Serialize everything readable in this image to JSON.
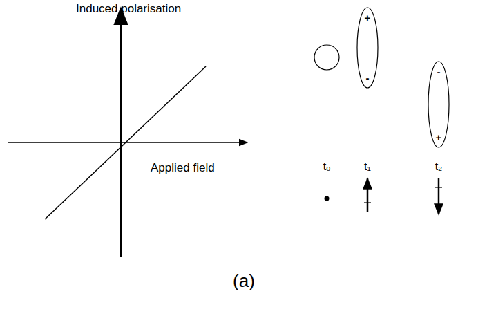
{
  "diagram": {
    "nodes": [
      {
        "text": [
          "+",
          "-"
        ]
      },
      {
        "text": [
          "-",
          "+"
        ]
      }
    ],
    "labels": [
      "Induced polarisation",
      "Applied field",
      "tₒ",
      "t₁",
      "t₂",
      "(a)"
    ]
  }
}
